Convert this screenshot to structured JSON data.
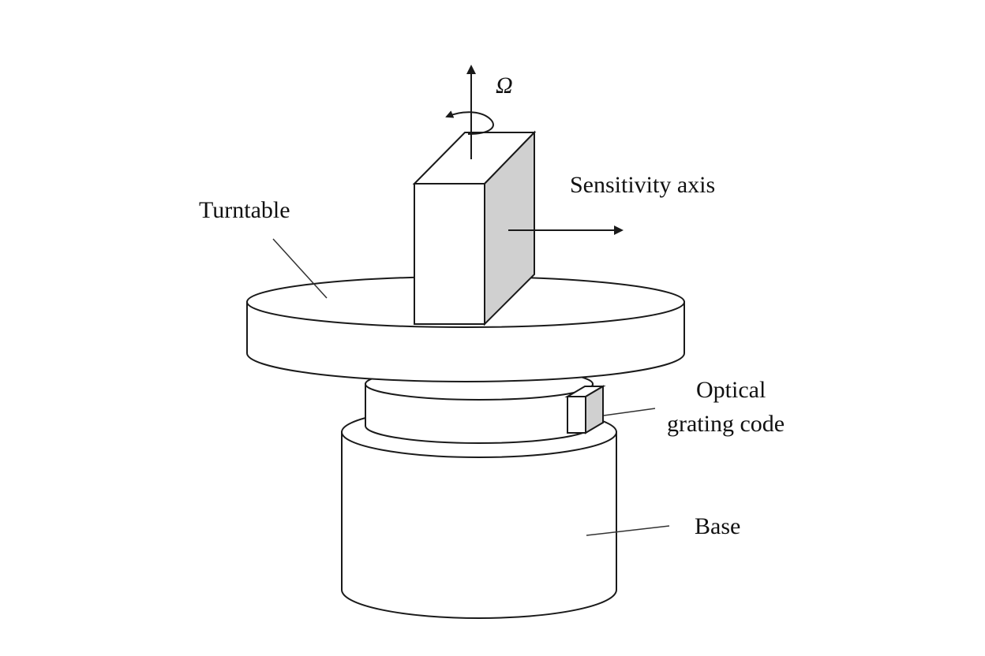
{
  "labels": {
    "omega": "Ω",
    "sensitivity_axis": "Sensitivity axis",
    "turntable": "Turntable",
    "optical_line1": "Optical",
    "optical_line2": "grating code",
    "base": "Base"
  },
  "colors": {
    "stroke": "#1a1a1a",
    "shaded_face": "#d0d0d0",
    "background": "#ffffff"
  }
}
